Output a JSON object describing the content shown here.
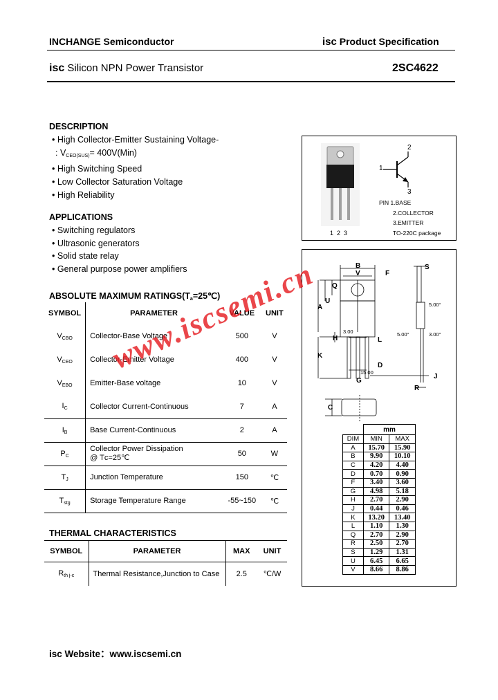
{
  "header": {
    "company": "INCHANGE Semiconductor",
    "spec_prefix": "isc",
    "spec": "Product Specification",
    "title_prefix": "isc",
    "title": "Silicon NPN Power Transistor",
    "part": "2SC4622"
  },
  "description": {
    "title": "DESCRIPTION",
    "line1": "• High Collector-Emitter Sustaining Voltage-",
    "line2_pre": ": V",
    "line2_sub": "CEO(SUS)",
    "line2_post": "= 400V(Min)",
    "items": [
      "• High Switching Speed",
      "• Low Collector Saturation Voltage",
      "• High Reliability"
    ]
  },
  "applications": {
    "title": "APPLICATIONS",
    "items": [
      "• Switching regulators",
      "• Ultrasonic generators",
      "• Solid state relay",
      "• General purpose power amplifiers"
    ]
  },
  "abs_max": {
    "title_pre": "ABSOLUTE MAXIMUM RATINGS(T",
    "title_sub": "a",
    "title_post": "=25℃)",
    "headers": [
      "SYMBOL",
      "PARAMETER",
      "VALUE",
      "UNIT"
    ],
    "rows": [
      {
        "sym": "V",
        "sub": "CBO",
        "param": "Collector-Base Voltage",
        "param2": "",
        "value": "500",
        "unit": "V"
      },
      {
        "sym": "V",
        "sub": "CEO",
        "param": "Collector-Emitter Voltage",
        "param2": "",
        "value": "400",
        "unit": "V"
      },
      {
        "sym": "V",
        "sub": "EBO",
        "param": "Emitter-Base voltage",
        "param2": "",
        "value": "10",
        "unit": "V"
      },
      {
        "sym": "I",
        "sub": "C",
        "param": "Collector Current-Continuous",
        "param2": "",
        "value": "7",
        "unit": "A"
      },
      {
        "sym": "I",
        "sub": "B",
        "param": "Base Current-Continuous",
        "param2": "",
        "value": "2",
        "unit": "A"
      },
      {
        "sym": "P",
        "sub": "C",
        "param": "Collector Power Dissipation",
        "param2": "@ Tᴄ=25℃",
        "value": "50",
        "unit": "W"
      },
      {
        "sym": "T",
        "sub": "J",
        "param": "Junction Temperature",
        "param2": "",
        "value": "150",
        "unit": "℃"
      },
      {
        "sym": "T",
        "sub": "stg",
        "param": "Storage Temperature Range",
        "param2": "",
        "value": "-55~150",
        "unit": "℃"
      }
    ]
  },
  "thermal": {
    "title": "THERMAL CHARACTERISTICS",
    "headers": [
      "SYMBOL",
      "PARAMETER",
      "MAX",
      "UNIT"
    ],
    "rows": [
      {
        "sym": "R",
        "sub": "th j-c",
        "param": "Thermal Resistance,Junction to Case",
        "value": "2.5",
        "unit": "℃/W"
      }
    ]
  },
  "pinout": {
    "pin_numbers": "1  2  3",
    "label_2": "2",
    "label_1": "1",
    "label_3": "3",
    "lines": [
      "PIN  1.BASE",
      "2.COLLECTOR",
      "3.EMITTER",
      "TO-220C package"
    ]
  },
  "dimensions": {
    "unit": "mm",
    "headers": [
      "DIM",
      "MIN",
      "MAX"
    ],
    "rows": [
      [
        "A",
        "15.70",
        "15.90"
      ],
      [
        "B",
        "9.90",
        "10.10"
      ],
      [
        "C",
        "4.20",
        "4.40"
      ],
      [
        "D",
        "0.70",
        "0.90"
      ],
      [
        "F",
        "3.40",
        "3.60"
      ],
      [
        "G",
        "4.98",
        "5.18"
      ],
      [
        "H",
        "2.70",
        "2.90"
      ],
      [
        "J",
        "0.44",
        "0.46"
      ],
      [
        "K",
        "13.20",
        "13.40"
      ],
      [
        "L",
        "1.10",
        "1.30"
      ],
      [
        "Q",
        "2.70",
        "2.90"
      ],
      [
        "R",
        "2.50",
        "2.70"
      ],
      [
        "S",
        "1.29",
        "1.31"
      ],
      [
        "U",
        "6.45",
        "6.65"
      ],
      [
        "V",
        "8.66",
        "8.86"
      ]
    ],
    "drawing_labels": {
      "B": "B",
      "V": "V",
      "S": "S",
      "Q": "Q",
      "F": "F",
      "A": "A",
      "U": "U",
      "H": "H",
      "L": "L",
      "K": "K",
      "D": "D",
      "G": "G",
      "J": "J",
      "R": "R",
      "C": "C",
      "d300": "3.00",
      "d1500": "15.00",
      "d5a": "5.00°",
      "d5b": "5.00°",
      "d3b": "3.00°"
    }
  },
  "watermark": "www.iscsemi.cn",
  "footer": {
    "label": "isc Website：",
    "url": "www.iscsemi.cn"
  },
  "colors": {
    "watermark": "#e61e23",
    "photo_tab": "#c8c8c8",
    "photo_body": "#1a1a1a"
  }
}
